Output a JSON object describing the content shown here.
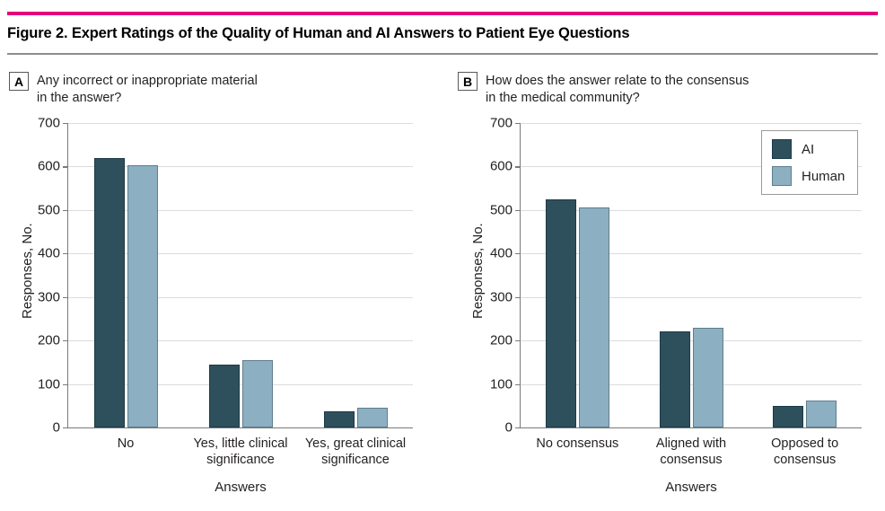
{
  "figure": {
    "title": "Figure 2. Expert Ratings of the Quality of Human and AI Answers to Patient Eye Questions",
    "rule_top_color": "#e6007e",
    "rule_bottom_color": "#8d8d8d"
  },
  "legend": {
    "position": "top-right of panel B",
    "entries": [
      {
        "label": "AI",
        "color": "#2d505c"
      },
      {
        "label": "Human",
        "color": "#8cb0c2"
      }
    ]
  },
  "panels": [
    {
      "letter": "A",
      "title": "Any incorrect or inappropriate material\nin the answer?"
    },
    {
      "letter": "B",
      "title": "How does the answer relate to the consensus\nin the medical community?"
    }
  ],
  "chart_data": [
    {
      "type": "bar",
      "panel": "A",
      "title": "Any incorrect or inappropriate material in the answer?",
      "xlabel": "Answers",
      "ylabel": "Responses, No.",
      "ylim": [
        0,
        700
      ],
      "yticks": [
        0,
        100,
        200,
        300,
        400,
        500,
        600,
        700
      ],
      "grid": true,
      "legend_position": "none",
      "categories": [
        "No",
        "Yes, little clinical\nsignificance",
        "Yes, great clinical\nsignificance"
      ],
      "series": [
        {
          "name": "AI",
          "color": "#2d505c",
          "values": [
            620,
            145,
            38
          ]
        },
        {
          "name": "Human",
          "color": "#8cb0c2",
          "values": [
            603,
            155,
            45
          ]
        }
      ]
    },
    {
      "type": "bar",
      "panel": "B",
      "title": "How does the answer relate to the consensus in the medical community?",
      "xlabel": "Answers",
      "ylabel": "Responses, No.",
      "ylim": [
        0,
        700
      ],
      "yticks": [
        0,
        100,
        200,
        300,
        400,
        500,
        600,
        700
      ],
      "grid": true,
      "legend_position": "upper right",
      "categories": [
        "No consensus",
        "Aligned with\nconsensus",
        "Opposed to\nconsensus"
      ],
      "series": [
        {
          "name": "AI",
          "color": "#2d505c",
          "values": [
            525,
            221,
            50
          ]
        },
        {
          "name": "Human",
          "color": "#8cb0c2",
          "values": [
            505,
            229,
            63
          ]
        }
      ]
    }
  ]
}
